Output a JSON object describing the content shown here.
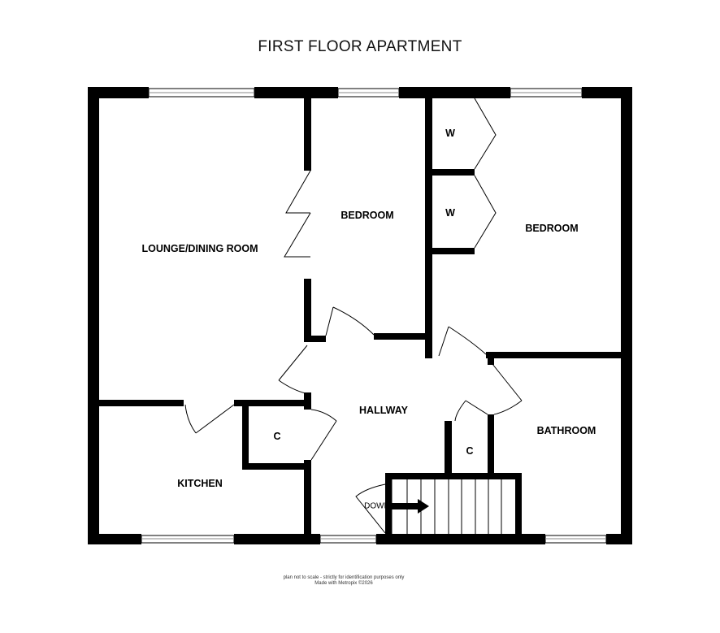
{
  "title": "FIRST FLOOR APARTMENT",
  "rooms": {
    "lounge": "LOUNGE/DINING ROOM",
    "bedroom_1": "BEDROOM",
    "bedroom_2": "BEDROOM",
    "wardrobe_1": "W",
    "wardrobe_2": "W",
    "hallway": "HALLWAY",
    "cupboard_1": "C",
    "cupboard_2": "C",
    "kitchen": "KITCHEN",
    "bathroom": "BATHROOM"
  },
  "stairs": {
    "label": "DOWN"
  },
  "footer": {
    "disclaimer": "plan not to scale - strictly for identification purposes only",
    "credit": "Made with Metropix ©2026"
  },
  "colors": {
    "wall": "#000000",
    "background": "#ffffff"
  }
}
